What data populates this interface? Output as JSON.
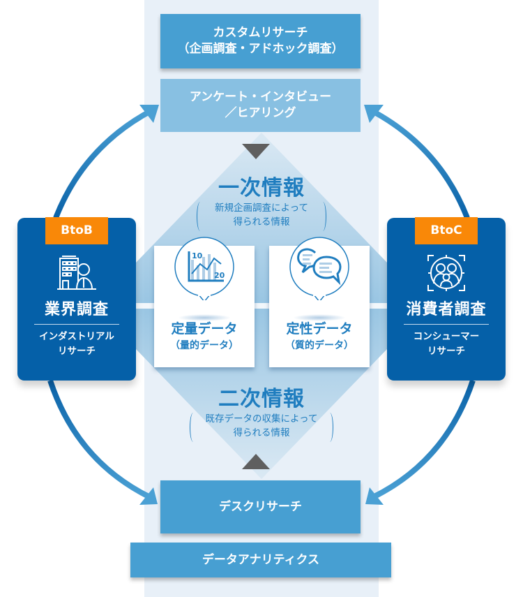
{
  "colors": {
    "column_bg": "#e8f0f8",
    "box_primary": "#479fd2",
    "box_light": "#88c0e2",
    "segment_blue": "#0560a8",
    "badge_orange": "#f98808",
    "accent_text": "#1f7dbf",
    "triangle_gray": "#5f5f5f",
    "arrow_blue": "#4aa0d4"
  },
  "top": {
    "custom_research": {
      "line1": "カスタムリサーチ",
      "line2": "（企画調査・アドホック調査）"
    },
    "survey_interview": {
      "line1": "アンケート・インタビュー",
      "line2": "／ヒアリング"
    }
  },
  "primary_info": {
    "heading": "一次情報",
    "desc_line1": "新規企画調査によって",
    "desc_line2": "得られる情報"
  },
  "data_types": [
    {
      "icon": "bar-line-chart-icon",
      "chart_label_top": "10",
      "chart_label_bottom": "20",
      "title": "定量データ",
      "subtitle": "（量的データ）"
    },
    {
      "icon": "speech-bubbles-icon",
      "title": "定性データ",
      "subtitle": "（質的データ）"
    }
  ],
  "secondary_info": {
    "heading": "二次情報",
    "desc_line1": "既存データの収集によって",
    "desc_line2": "得られる情報"
  },
  "bottom": {
    "desk_research": "デスクリサーチ",
    "data_analytics": "データアナリティクス"
  },
  "segments": [
    {
      "badge": "BtoB",
      "icon": "building-person-icon",
      "title": "業界調査",
      "sub_line1": "インダストリアル",
      "sub_line2": "リサーチ"
    },
    {
      "badge": "BtoC",
      "icon": "family-target-icon",
      "title": "消費者調査",
      "sub_line1": "コンシューマー",
      "sub_line2": "リサーチ"
    }
  ]
}
